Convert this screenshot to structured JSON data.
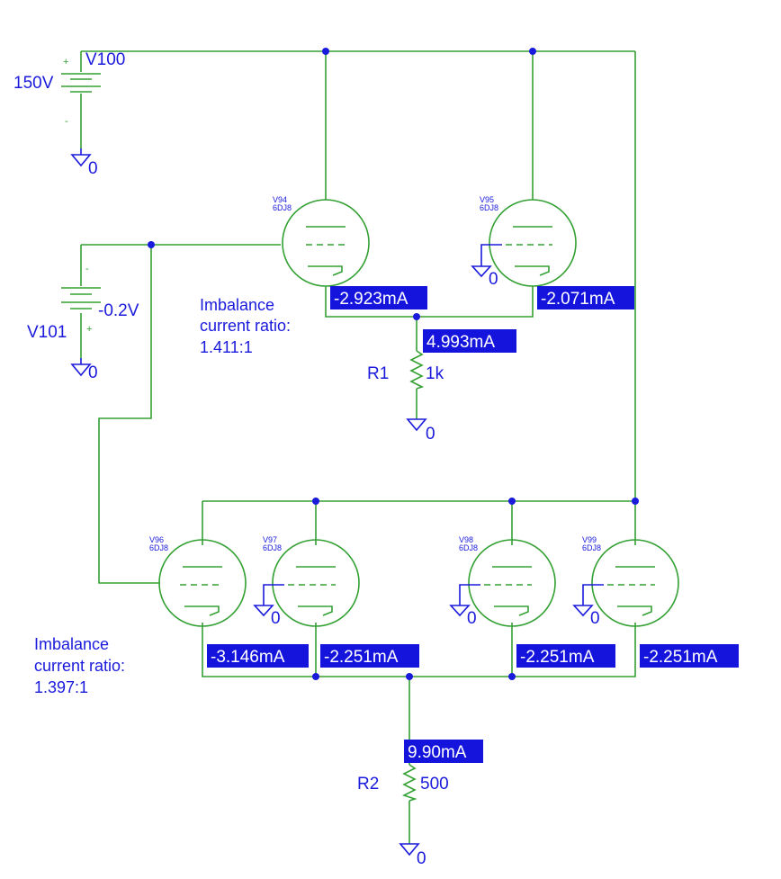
{
  "sources": {
    "v100": {
      "name": "V100",
      "value": "150V",
      "plus": "+",
      "minus": "-",
      "ground": "0"
    },
    "v101": {
      "name": "V101",
      "value": "-0.2V",
      "plus": "+",
      "minus": "-",
      "ground": "0"
    }
  },
  "tubes": {
    "v94": {
      "name": "V94",
      "model": "6DJ8"
    },
    "v95": {
      "name": "V95",
      "model": "6DJ8",
      "grid_ground": "0"
    },
    "v96": {
      "name": "V96",
      "model": "6DJ8"
    },
    "v97": {
      "name": "V97",
      "model": "6DJ8",
      "grid_ground": "0"
    },
    "v98": {
      "name": "V98",
      "model": "6DJ8",
      "grid_ground": "0"
    },
    "v99": {
      "name": "V99",
      "model": "6DJ8",
      "grid_ground": "0"
    }
  },
  "resistors": {
    "r1": {
      "name": "R1",
      "value": "1k",
      "ground": "0"
    },
    "r2": {
      "name": "R2",
      "value": "500",
      "ground": "0"
    }
  },
  "currents": {
    "v94": "-2.923mA",
    "v95": "-2.071mA",
    "r1": "4.993mA",
    "v96": "-3.146mA",
    "v97": "-2.251mA",
    "v98": "-2.251mA",
    "v99": "-2.251mA",
    "r2": "9.90mA"
  },
  "notes": {
    "top": {
      "line1": "Imbalance",
      "line2": "current ratio:",
      "line3": "1.411:1"
    },
    "bottom": {
      "line1": "Imbalance",
      "line2": "current ratio:",
      "line3": "1.397:1"
    }
  },
  "colors": {
    "wire": "#33a033",
    "label": "#1a1adc",
    "badge": "#1414dc"
  }
}
